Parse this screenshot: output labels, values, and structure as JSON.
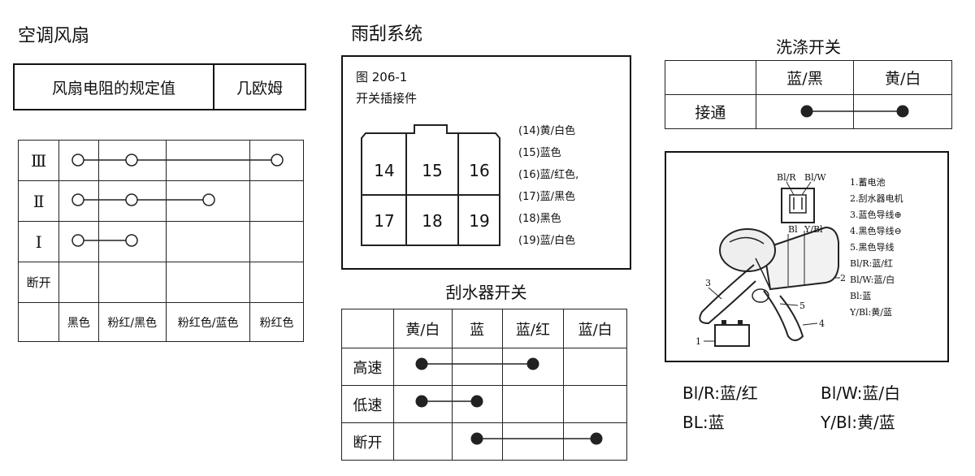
{
  "ac_fan": {
    "title": "空调风扇",
    "resistance_label": "风扇电阻的规定值",
    "resistance_value": "几欧姆",
    "rows": [
      "Ⅲ",
      "Ⅱ",
      "Ⅰ",
      "断开"
    ],
    "cols": [
      "黑色",
      "粉红/黑色",
      "粉红色/蓝色",
      "粉红色"
    ]
  },
  "wiper": {
    "title": "雨刮系统",
    "figure_label": "图 206-1",
    "connector_label": "开关插接件",
    "pins_top": [
      "14",
      "15",
      "16"
    ],
    "pins_bottom": [
      "17",
      "18",
      "19"
    ],
    "pin_colors": [
      "(14)黄/白色",
      "(15)蓝色",
      "(16)蓝/红色,",
      "(17)蓝/黑色",
      "(18)黑色",
      "(19)蓝/白色"
    ],
    "switch_title": "刮水器开关",
    "switch_cols": [
      "黄/白",
      "蓝",
      "蓝/红",
      "蓝/白"
    ],
    "switch_rows": [
      "高速",
      "低速",
      "断开"
    ]
  },
  "washer": {
    "title": "洗涤开关",
    "cols": [
      "蓝/黑",
      "黄/白"
    ],
    "row": "接通"
  },
  "motor": {
    "wire_labels": [
      "Bl/R",
      "Bl/W",
      "Bl",
      "Y/Bl"
    ],
    "callouts": [
      "1",
      "2",
      "3",
      "4",
      "5"
    ],
    "legend": [
      "1.蓄电池",
      "2.刮水器电机",
      "3.蓝色导线⊕",
      "4.黑色导线⊖",
      "5.黑色导线",
      "Bl/R:蓝/红",
      "Bl/W:蓝/白",
      "Bl:蓝",
      "Y/Bl:黄/蓝"
    ]
  },
  "wire_codes": [
    "Bl/R:蓝/红",
    "Bl/W:蓝/白",
    "BL:蓝",
    "Y/Bl:黄/蓝"
  ]
}
